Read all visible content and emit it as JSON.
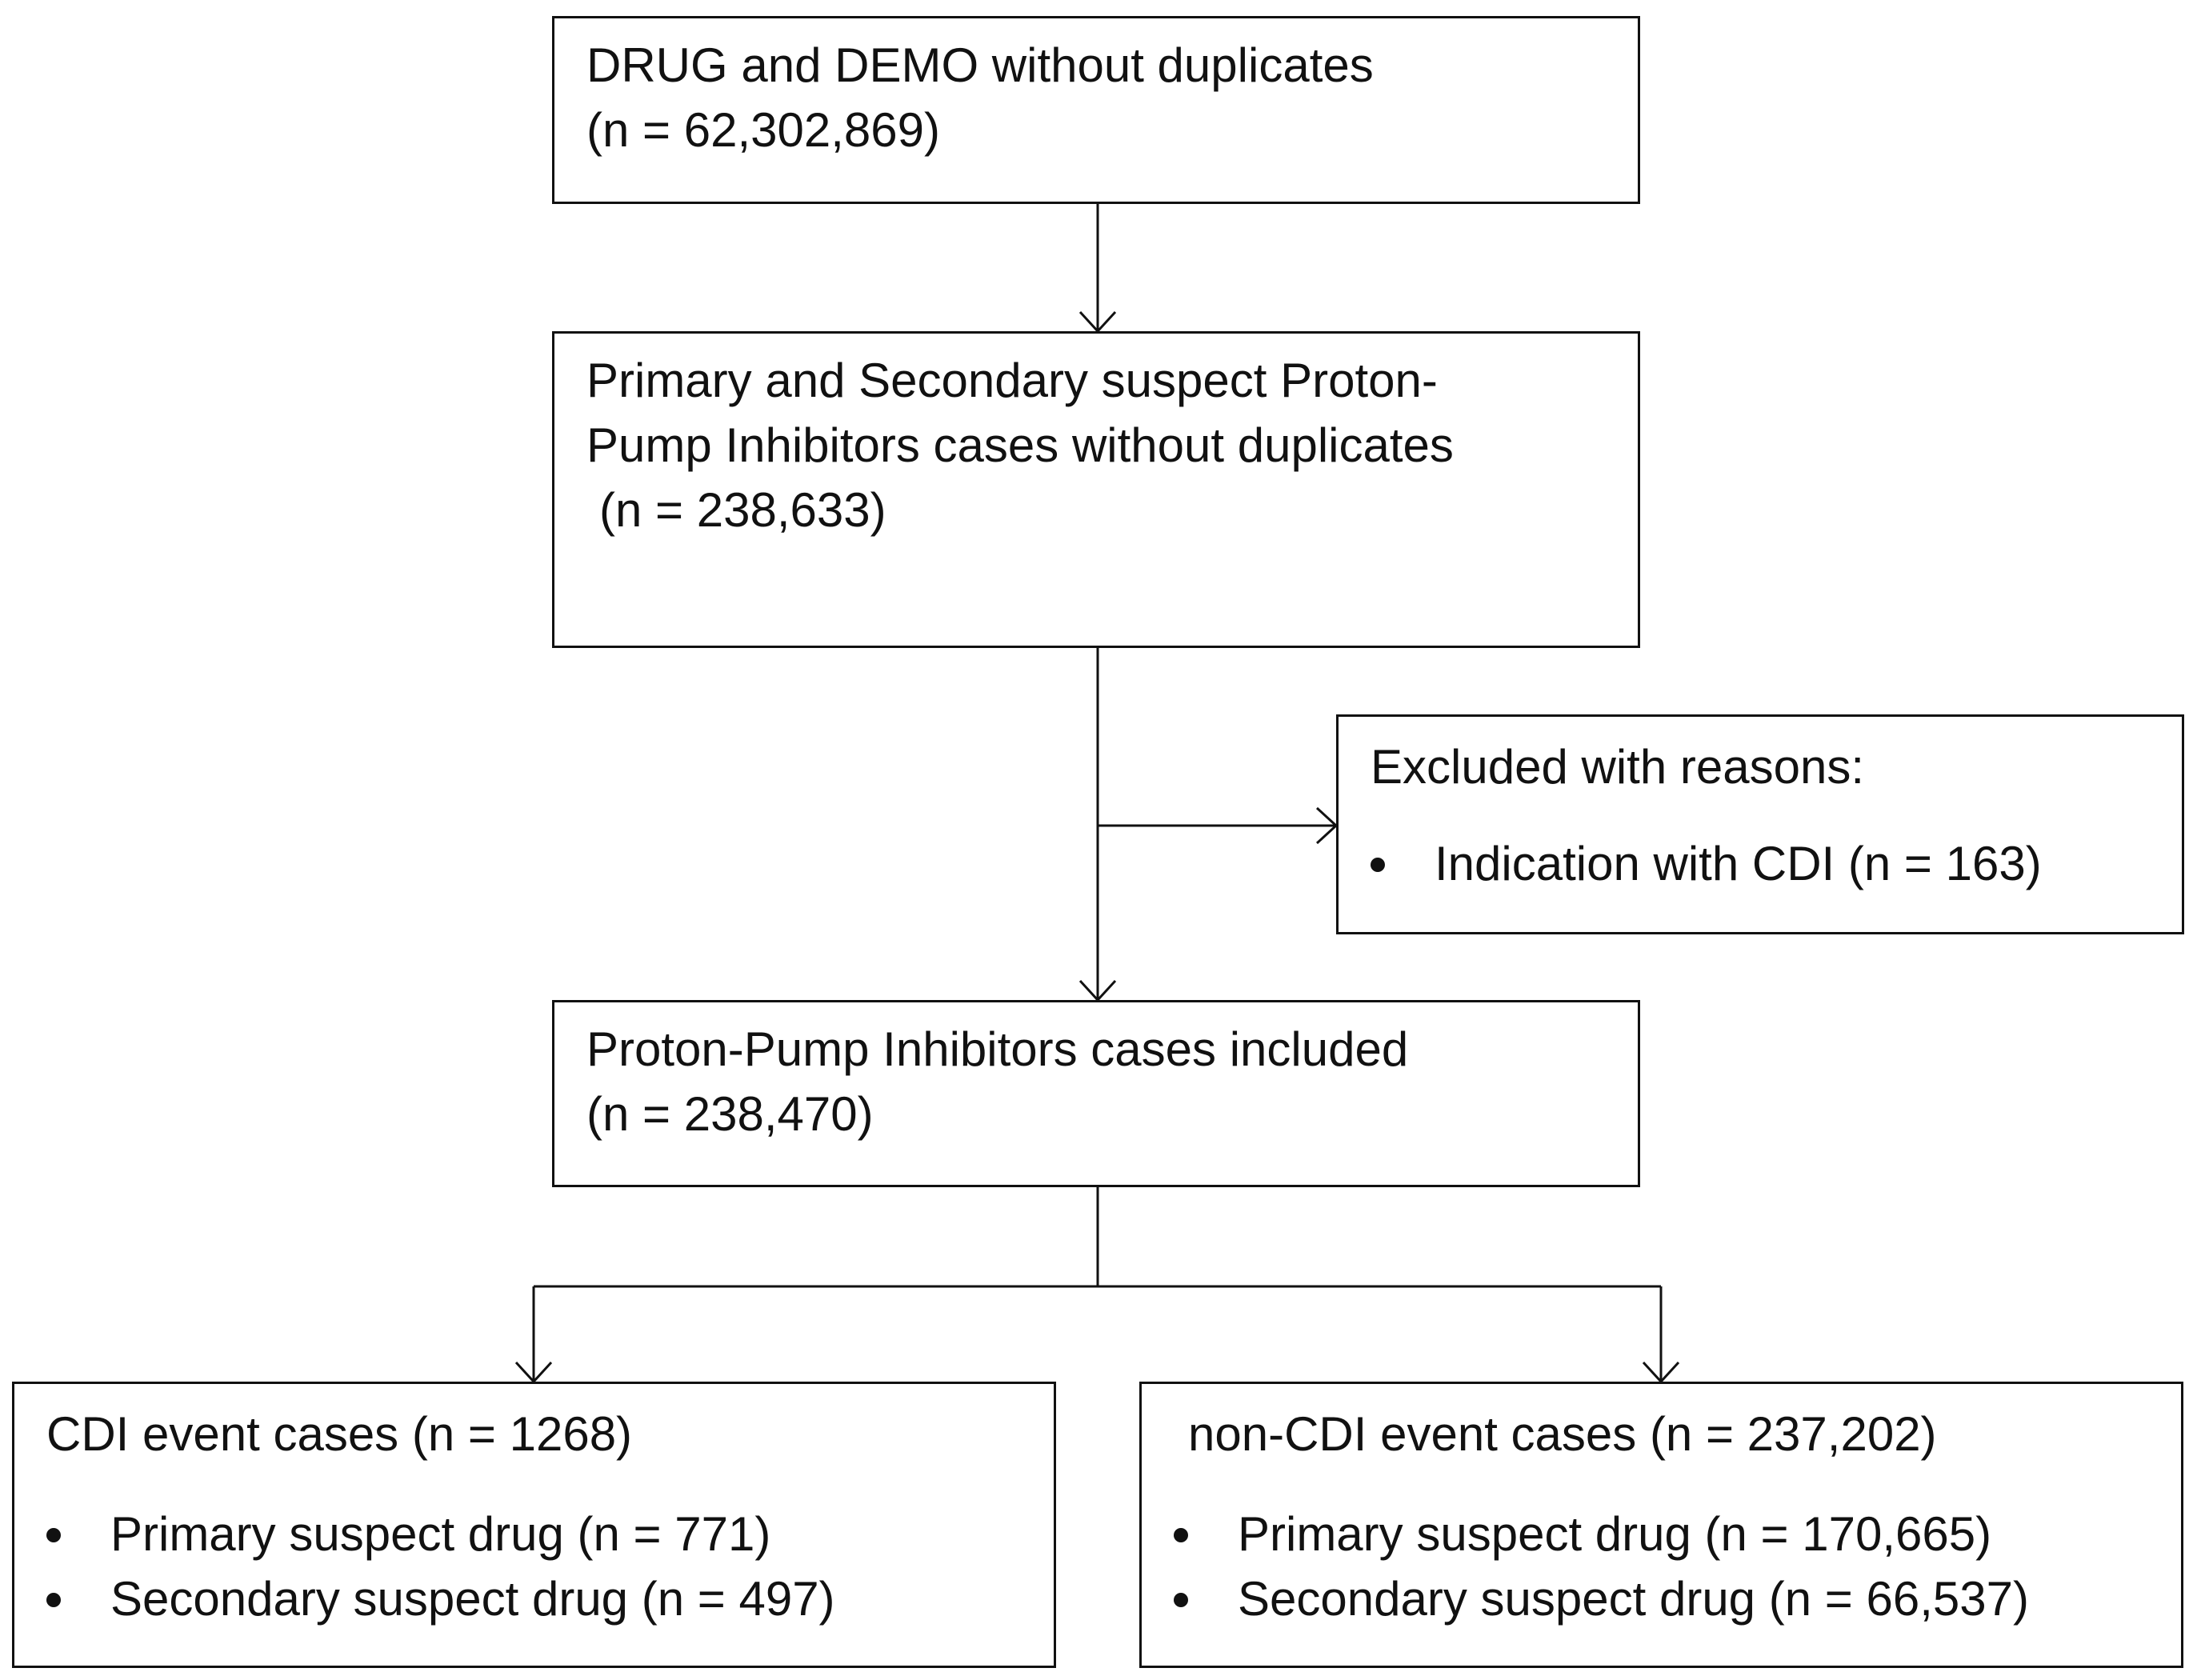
{
  "box1": {
    "line1": "DRUG and DEMO without duplicates",
    "line2": "(n = 62,302,869)"
  },
  "box2": {
    "line1": "Primary and Secondary suspect Proton-",
    "line2": "Pump Inhibitors cases without duplicates",
    "line3": "(n = 238,633)"
  },
  "excluded": {
    "heading": "Excluded with reasons:",
    "items": [
      "Indication with CDI (n = 163)"
    ]
  },
  "box3": {
    "line1": "Proton-Pump Inhibitors cases included",
    "line2": "(n = 238,470)"
  },
  "cdi": {
    "title": "CDI event cases (n = 1268)",
    "items": [
      "Primary suspect drug (n = 771)",
      "Secondary suspect drug (n = 497)"
    ]
  },
  "non_cdi": {
    "title": "non-CDI event cases (n  = 237,202)",
    "items": [
      "Primary suspect drug (n = 170,665)",
      "Secondary suspect drug (n = 66,537)"
    ]
  }
}
